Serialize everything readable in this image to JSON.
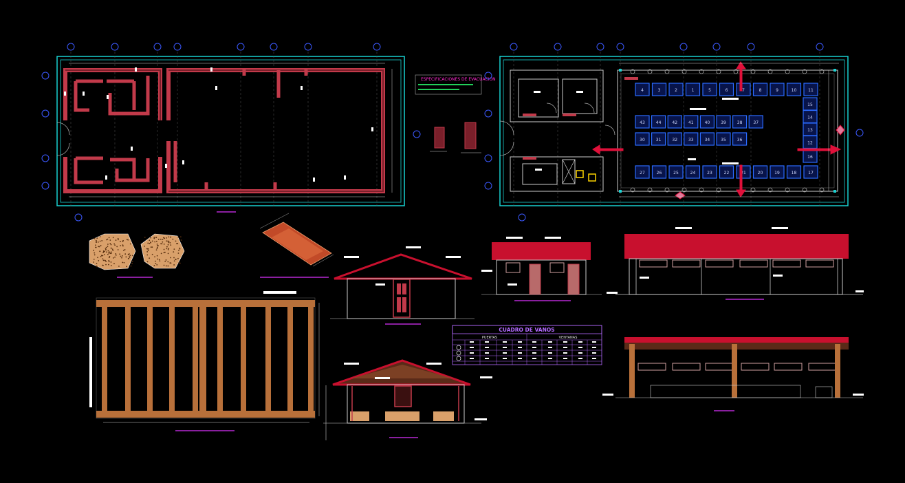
{
  "drawing": {
    "colors": {
      "background": "#000000",
      "frame": "#19d3d3",
      "wall": "#c23a4a",
      "wall_hatch": "#7a1f2a",
      "seat": "#2b6bff",
      "dim": "#d0d0d0",
      "grid_bubble": "#3b59ff",
      "title_underline": "#8a1fa0",
      "roof": "#c8102e",
      "timber": "#b8703a",
      "gravel": "#d9a06a",
      "table_header": "#b36aff",
      "arrow": "#e0103a"
    },
    "legend_title": "ESPECIFICACIONES DE EVACUACION"
  },
  "opening_schedule": {
    "title": "CUADRO DE VANOS",
    "group_doors": "PUERTAS",
    "group_windows": "VENTANAS"
  },
  "seat_plan": {
    "top_row": [
      "4",
      "3",
      "2",
      "1",
      "5",
      "6",
      "7",
      "8",
      "9",
      "10",
      "11"
    ],
    "right_col": [
      "15",
      "14",
      "13",
      "12"
    ],
    "block_top": [
      "43",
      "44",
      "42",
      "41",
      "40",
      "39",
      "38",
      "37"
    ],
    "block_bottom": [
      "30",
      "31",
      "32",
      "33",
      "34",
      "35",
      "36"
    ],
    "bottom_row": [
      "27",
      "26",
      "25",
      "24",
      "23",
      "22",
      "21",
      "20",
      "19",
      "18",
      "17"
    ],
    "right_bottom": [
      "16"
    ]
  }
}
